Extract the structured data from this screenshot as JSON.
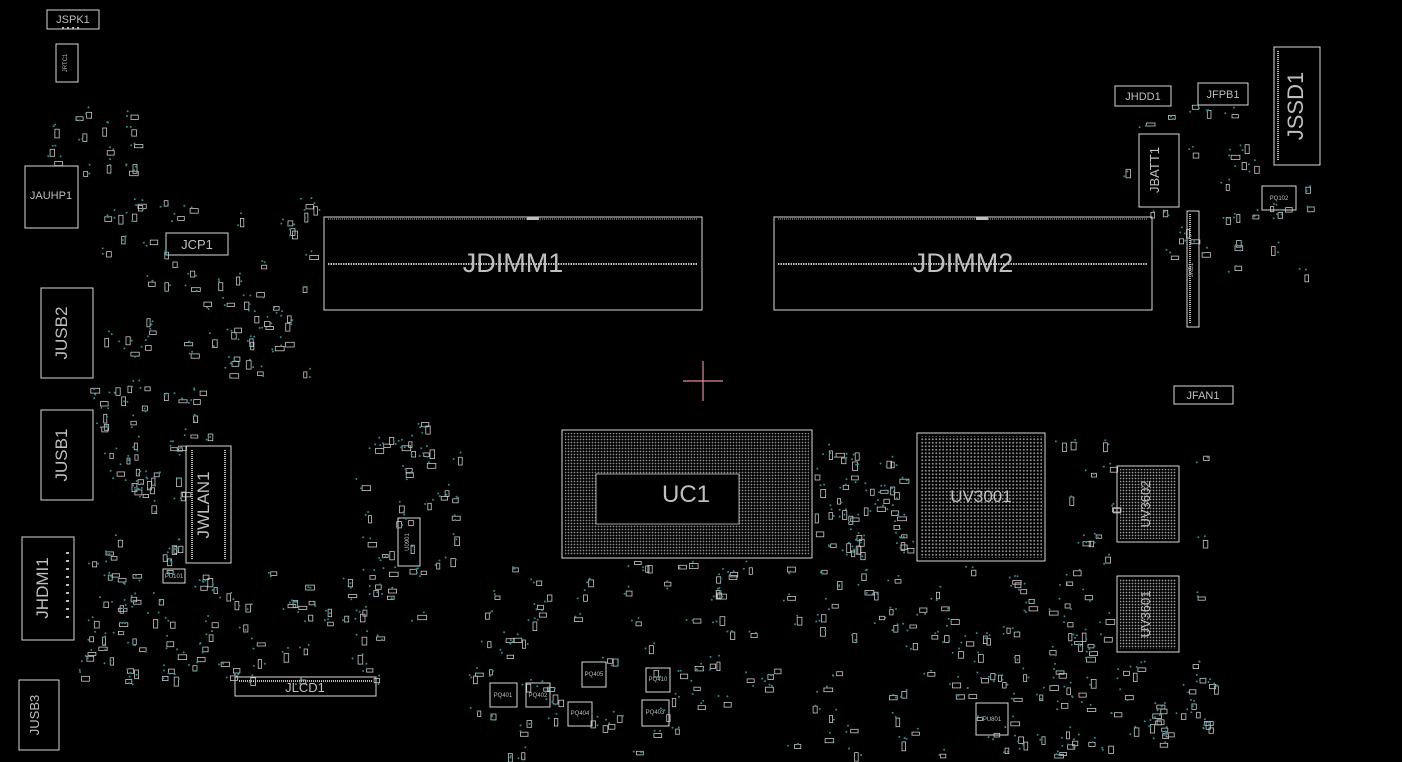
{
  "board": {
    "background": "#000000",
    "outline_color": "#d9d9d9",
    "via_color": "#2a8c8c",
    "crosshair_color": "#e08a9a"
  },
  "connectors": {
    "jspk1": "JSPK1",
    "jrtc1": "JRTC1",
    "jauhp1": "JAUHP1",
    "jcp1": "JCP1",
    "jusb2": "JUSB2",
    "jusb1": "JUSB1",
    "jwlan1": "JWLAN1",
    "jhdmi1": "JHDMI1",
    "jusb3": "JUSB3",
    "jlcd1": "JLCD1",
    "jdimm1": "JDIMM1",
    "jdimm2": "JDIMM2",
    "jhdd1": "JHDD1",
    "jfpb1": "JFPB1",
    "jssd1": "JSSD1",
    "jbatt1": "JBATT1",
    "jfan1": "JFAN1",
    "jkb1": "JKB1"
  },
  "chips": {
    "uc1": "UC1",
    "uv3001": "UV3001",
    "uv3602": "UV3602",
    "uv3601": "UV3601",
    "u0901": "U0901",
    "pu801": "PU801",
    "pq102": "PQ102",
    "pu101": "PU101",
    "pq401": "PQ401",
    "pq402": "PQ402",
    "pq405": "PQ405",
    "pq404": "PQ404",
    "pq403": "PQ403",
    "pq410": "PQ410"
  }
}
